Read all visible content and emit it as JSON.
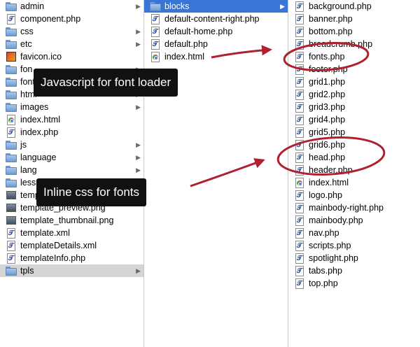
{
  "column1": {
    "items": [
      {
        "label": "admin",
        "type": "folder",
        "arrow": true
      },
      {
        "label": "component.php",
        "type": "php",
        "arrow": false
      },
      {
        "label": "css",
        "type": "folder",
        "arrow": true
      },
      {
        "label": "etc",
        "type": "folder",
        "arrow": true
      },
      {
        "label": "favicon.ico",
        "type": "ico",
        "arrow": false
      },
      {
        "label": "fon",
        "type": "folder",
        "arrow": true
      },
      {
        "label": "fonts",
        "type": "folder",
        "arrow": true
      },
      {
        "label": "html",
        "type": "folder",
        "arrow": true
      },
      {
        "label": "images",
        "type": "folder",
        "arrow": true
      },
      {
        "label": "index.html",
        "type": "html",
        "arrow": false
      },
      {
        "label": "index.php",
        "type": "php",
        "arrow": false
      },
      {
        "label": "js",
        "type": "folder",
        "arrow": true
      },
      {
        "label": "language",
        "type": "folder",
        "arrow": true
      },
      {
        "label": "lang",
        "type": "folder",
        "arrow": true
      },
      {
        "label": "less",
        "type": "folder",
        "arrow": true
      },
      {
        "label": "template_preview.jpg",
        "type": "img",
        "arrow": false
      },
      {
        "label": "template_preview.png",
        "type": "img",
        "arrow": false
      },
      {
        "label": "template_thumbnail.png",
        "type": "img",
        "arrow": false
      },
      {
        "label": "template.xml",
        "type": "xml",
        "arrow": false
      },
      {
        "label": "templateDetails.xml",
        "type": "xml",
        "arrow": false
      },
      {
        "label": "templateInfo.php",
        "type": "php",
        "arrow": false
      },
      {
        "label": "tpls",
        "type": "folder",
        "arrow": true,
        "selected": "grey"
      }
    ]
  },
  "column2": {
    "items": [
      {
        "label": "blocks",
        "type": "folder",
        "arrow": true,
        "selected": "blue"
      },
      {
        "label": "default-content-right.php",
        "type": "php",
        "arrow": false
      },
      {
        "label": "default-home.php",
        "type": "php",
        "arrow": false
      },
      {
        "label": "default.php",
        "type": "php",
        "arrow": false
      },
      {
        "label": "index.html",
        "type": "html",
        "arrow": false
      }
    ]
  },
  "column3": {
    "items": [
      {
        "label": "background.php",
        "type": "php"
      },
      {
        "label": "banner.php",
        "type": "php"
      },
      {
        "label": "bottom.php",
        "type": "php"
      },
      {
        "label": "breadcrumb.php",
        "type": "php"
      },
      {
        "label": "fonts.php",
        "type": "php"
      },
      {
        "label": "footer.php",
        "type": "php"
      },
      {
        "label": "grid1.php",
        "type": "php"
      },
      {
        "label": "grid2.php",
        "type": "php"
      },
      {
        "label": "grid3.php",
        "type": "php"
      },
      {
        "label": "grid4.php",
        "type": "php"
      },
      {
        "label": "grid5.php",
        "type": "php"
      },
      {
        "label": "grid6.php",
        "type": "php"
      },
      {
        "label": "head.php",
        "type": "php"
      },
      {
        "label": "header.php",
        "type": "php"
      },
      {
        "label": "index.html",
        "type": "html"
      },
      {
        "label": "logo.php",
        "type": "php"
      },
      {
        "label": "mainbody-right.php",
        "type": "php"
      },
      {
        "label": "mainbody.php",
        "type": "php"
      },
      {
        "label": "nav.php",
        "type": "php"
      },
      {
        "label": "scripts.php",
        "type": "php"
      },
      {
        "label": "spotlight.php",
        "type": "php"
      },
      {
        "label": "tabs.php",
        "type": "php"
      },
      {
        "label": "top.php",
        "type": "php"
      }
    ]
  },
  "callouts": {
    "font_loader": "Javascript for font loader",
    "inline_css": "Inline css for fonts"
  },
  "colors": {
    "selected_blue": "#3875d7",
    "selected_grey": "#d4d4d4",
    "annotation_red": "#b0202e",
    "callout_bg": "#111111"
  }
}
